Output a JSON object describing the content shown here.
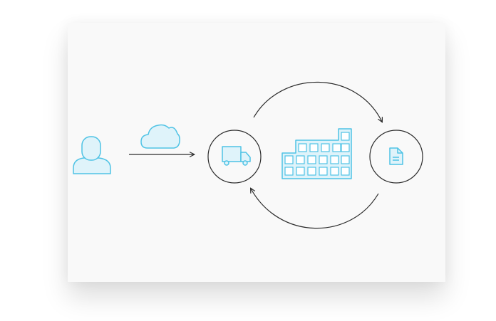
{
  "colors": {
    "page_background": "#ffffff",
    "card_background": "#f9f9f9",
    "icon_stroke": "#4fc3e5",
    "icon_fill": "#dff3fa",
    "line": "#2b2b2b"
  },
  "nodes": [
    {
      "id": "user",
      "icon": "user-icon"
    },
    {
      "id": "cloud",
      "icon": "cloud-icon"
    },
    {
      "id": "truck",
      "icon": "truck-icon",
      "circled": true
    },
    {
      "id": "factory",
      "icon": "factory-building-icon"
    },
    {
      "id": "document",
      "icon": "document-icon",
      "circled": true
    }
  ],
  "edges": [
    {
      "from": "user",
      "to": "truck",
      "style": "straight-arrow"
    },
    {
      "from": "truck",
      "to": "document",
      "style": "arc-over"
    },
    {
      "from": "document",
      "to": "truck",
      "style": "arc-under"
    }
  ]
}
